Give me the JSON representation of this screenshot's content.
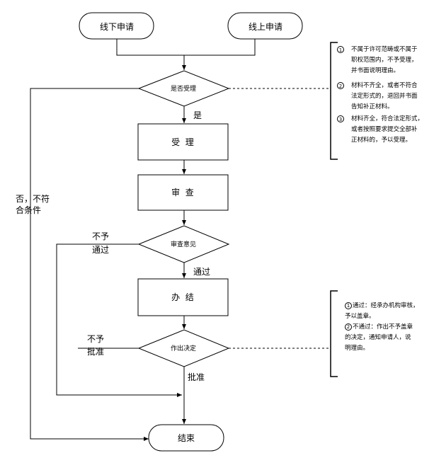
{
  "nodes": {
    "offline_apply": "线下申请",
    "online_apply": "线上申请",
    "accept_decision": "是否受理",
    "accept": "受  理",
    "review": "审  查",
    "review_opinion": "审查意见",
    "handle": "办  结",
    "make_decision": "作出决定",
    "end": "结束"
  },
  "labels": {
    "yes": "是",
    "no_line1": "否，不符",
    "no_line2": "合条件",
    "not_pass_line1": "不予",
    "not_pass_line2": "通过",
    "pass": "通过",
    "not_approve_line1": "不予",
    "not_approve_line2": "批准",
    "approve": "批准"
  },
  "notes": {
    "acceptance": [
      {
        "num": "1",
        "lines": [
          "不属于许可范畴或不属于",
          "职权范围内，不予受理，",
          "并书面说明理由。"
        ]
      },
      {
        "num": "2",
        "lines": [
          "材料不齐全，或者不符合",
          "法定形式的，退回并书面",
          "告知补正材料。"
        ]
      },
      {
        "num": "3",
        "lines": [
          "材料齐全，符合法定形式，",
          "或者按照要求提交全部补",
          "正材料的，予以受理。"
        ]
      }
    ],
    "decision": [
      {
        "num": "1",
        "lines": [
          "通过：经承办机构审核，",
          "予以盖章。"
        ]
      },
      {
        "num": "2",
        "lines": [
          "不通过：作出不予盖章",
          "的决定，通知申请人，说",
          "明理由。"
        ]
      }
    ]
  }
}
